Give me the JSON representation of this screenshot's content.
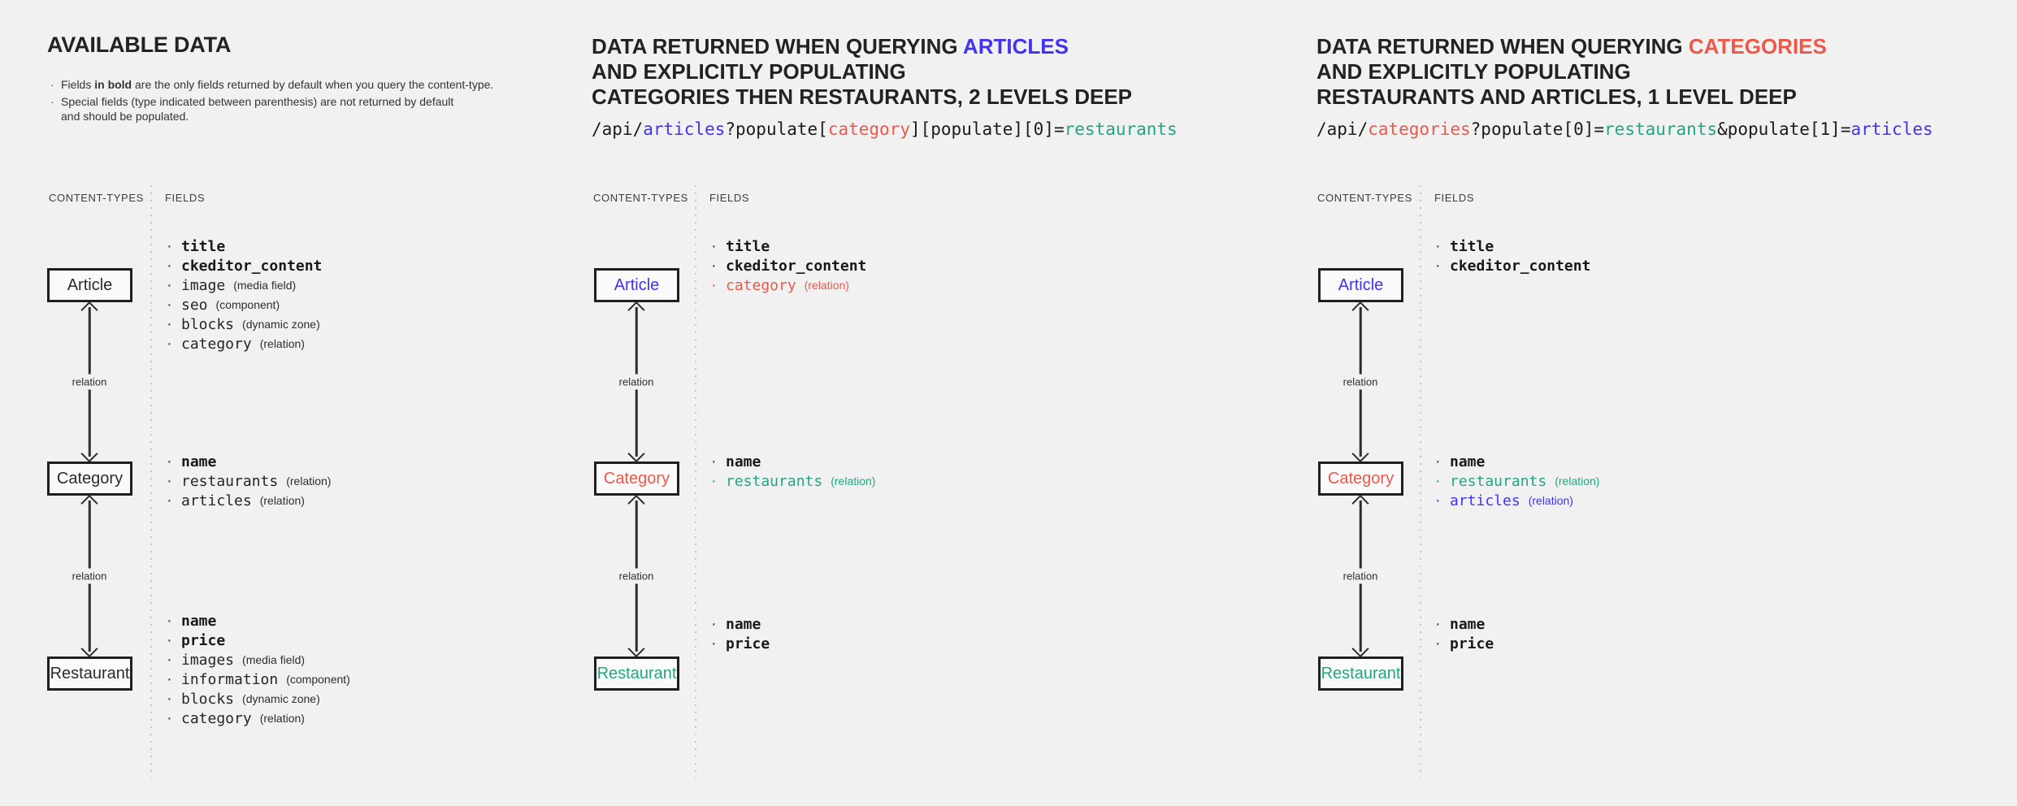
{
  "colors": {
    "background": "#f1f1f1",
    "accent_blue": "#4233f2",
    "accent_red": "#ee5849",
    "accent_teal": "#22a583"
  },
  "col1": {
    "title": "AVAILABLE DATA",
    "note1_pre": "Fields ",
    "note1_bold": "in bold",
    "note1_post": " are the only fields returned by default when you query the content-type.",
    "note2_line1": "Special fields (type indicated between parenthesis) are not returned by default",
    "note2_line2": "and should be populated.",
    "content_types_label": "CONTENT-TYPES",
    "fields_label": "FIELDS",
    "relation_label": "relation",
    "nodes": {
      "article": "Article",
      "category": "Category",
      "restaurant": "Restaurant"
    },
    "article_fields": [
      {
        "name": "title"
      },
      {
        "name": "ckeditor_content"
      },
      {
        "name": "image",
        "type": "(media field)"
      },
      {
        "name": "seo",
        "type": "(component)"
      },
      {
        "name": "blocks",
        "type": "(dynamic zone)"
      },
      {
        "name": "category",
        "type": "(relation)"
      }
    ],
    "category_fields": [
      {
        "name": "name"
      },
      {
        "name": "restaurants",
        "type": "(relation)"
      },
      {
        "name": "articles",
        "type": "(relation)"
      }
    ],
    "restaurant_fields": [
      {
        "name": "name"
      },
      {
        "name": "price"
      },
      {
        "name": "images",
        "type": "(media field)"
      },
      {
        "name": "information",
        "type": "(component)"
      },
      {
        "name": "blocks",
        "type": "(dynamic zone)"
      },
      {
        "name": "category",
        "type": "(relation)"
      }
    ]
  },
  "col2": {
    "title_line1_pre": "DATA RETURNED WHEN QUERYING ",
    "title_line1_accent": "ARTICLES",
    "title_line2": "AND EXPLICITLY POPULATING",
    "title_line3": "CATEGORIES THEN RESTAURANTS, 2 LEVELS DEEP",
    "url_p1": "/api/",
    "url_p2": "articles",
    "url_p3": "?populate[",
    "url_p4": "category",
    "url_p5": "][populate][0]=",
    "url_p6": "restaurants",
    "content_types_label": "CONTENT-TYPES",
    "fields_label": "FIELDS",
    "relation_label": "relation",
    "nodes": {
      "article": "Article",
      "category": "Category",
      "restaurant": "Restaurant"
    },
    "article_fields": [
      {
        "name": "title"
      },
      {
        "name": "ckeditor_content"
      },
      {
        "name": "category",
        "type": "(relation)"
      }
    ],
    "category_fields": [
      {
        "name": "name"
      },
      {
        "name": "restaurants",
        "type": "(relation)"
      }
    ],
    "restaurant_fields": [
      {
        "name": "name"
      },
      {
        "name": "price"
      }
    ]
  },
  "col3": {
    "title_line1_pre": "DATA RETURNED WHEN QUERYING ",
    "title_line1_accent": "CATEGORIES",
    "title_line2": "AND EXPLICITLY POPULATING",
    "title_line3": "RESTAURANTS AND ARTICLES, 1 LEVEL DEEP",
    "url_p1": "/api/",
    "url_p2": "categories",
    "url_p3": "?populate[0]=",
    "url_p4": "restaurants",
    "url_p5": "&populate[1]=",
    "url_p6": "articles",
    "content_types_label": "CONTENT-TYPES",
    "fields_label": "FIELDS",
    "relation_label": "relation",
    "nodes": {
      "article": "Article",
      "category": "Category",
      "restaurant": "Restaurant"
    },
    "article_fields": [
      {
        "name": "title"
      },
      {
        "name": "ckeditor_content"
      }
    ],
    "category_fields": [
      {
        "name": "name"
      },
      {
        "name": "restaurants",
        "type": "(relation)"
      },
      {
        "name": "articles",
        "type": "(relation)"
      }
    ],
    "restaurant_fields": [
      {
        "name": "name"
      },
      {
        "name": "price"
      }
    ]
  }
}
